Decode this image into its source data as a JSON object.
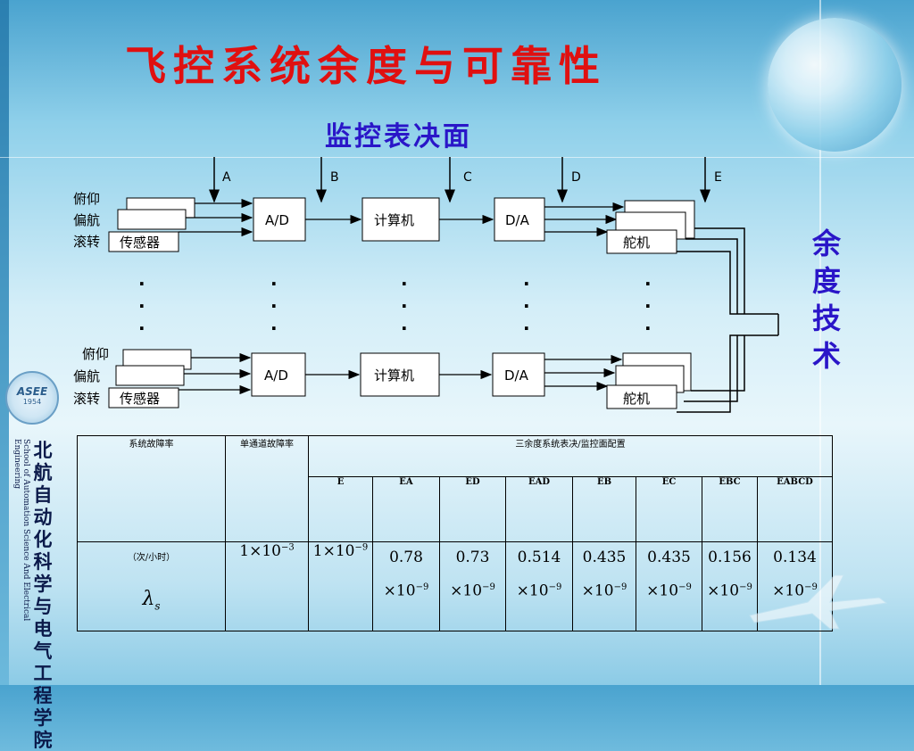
{
  "slide": {
    "title": "飞控系统余度与可靠性",
    "subtitle": "监控表决面",
    "side_label": [
      "余",
      "度",
      "技",
      "术"
    ]
  },
  "diagram": {
    "monitor_points": [
      "A",
      "B",
      "C",
      "D",
      "E"
    ],
    "axis_labels": [
      "俯仰",
      "偏航",
      "滚转"
    ],
    "sensor": "传感器",
    "ad": "A/D",
    "computer": "计算机",
    "da": "D/A",
    "actuator": "舵机",
    "ellipsis": "·"
  },
  "branding": {
    "logo_text": "ASEE",
    "logo_year": "1954",
    "school_name_cn": "北航自动化科学与电气工程学院",
    "school_name_en": "School of Automation Science And Electrical Engineering"
  },
  "table": {
    "header_failure_rate": "系统故障率",
    "header_single_channel": "单通道故障率",
    "header_config": "三余度系统表决/监控面配置",
    "configs": [
      "E",
      "EA",
      "ED",
      "EAD",
      "EB",
      "EC",
      "EBC",
      "EABCD"
    ],
    "unit": "（次/小时）",
    "lambda_symbol": "λ",
    "lambda_sub": "s",
    "single_channel_value": "1×10",
    "single_channel_exp": "−3",
    "values": [
      {
        "mant": "1×10",
        "exp": "−9"
      },
      {
        "mant": "0.78",
        "exp": "−9"
      },
      {
        "mant": "0.73",
        "exp": "−9"
      },
      {
        "mant": "0.514",
        "exp": "−9"
      },
      {
        "mant": "0.435",
        "exp": "−9"
      },
      {
        "mant": "0.435",
        "exp": "−9"
      },
      {
        "mant": "0.156",
        "exp": "−9"
      },
      {
        "mant": "0.134",
        "exp": "−9"
      }
    ],
    "times_ten": "×10"
  },
  "colors": {
    "title": "#e01010",
    "subtitle": "#2a16c8"
  }
}
